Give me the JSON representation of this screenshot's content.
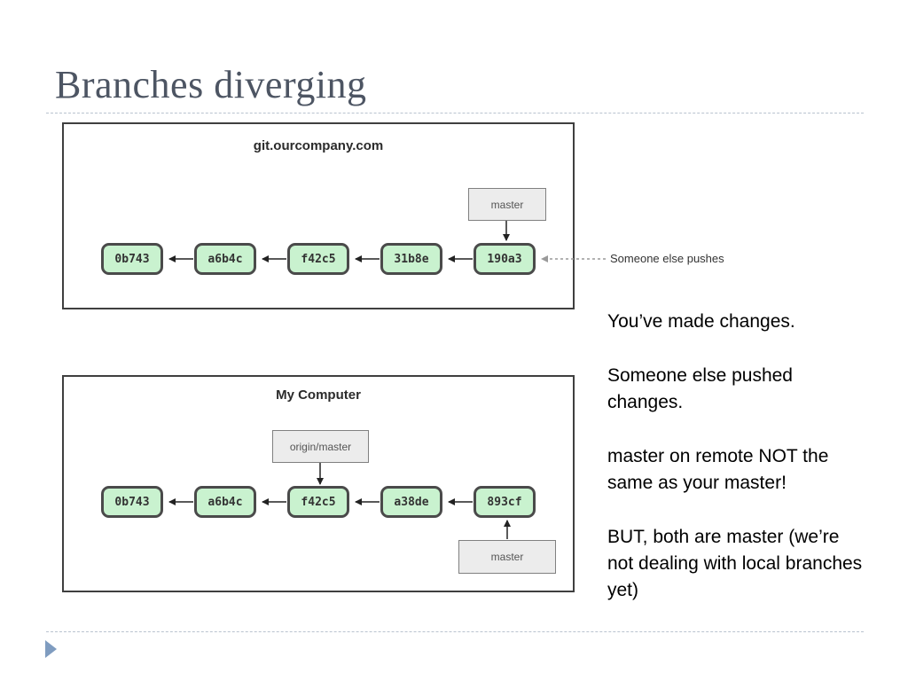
{
  "slide": {
    "title": "Branches diverging"
  },
  "remote": {
    "title": "git.ourcompany.com",
    "commits": [
      "0b743",
      "a6b4c",
      "f42c5",
      "31b8e",
      "190a3"
    ],
    "ref_label": "master",
    "side_label": "Someone else pushes"
  },
  "local": {
    "title": "My Computer",
    "commits": [
      "0b743",
      "a6b4c",
      "f42c5",
      "a38de",
      "893cf"
    ],
    "origin_ref_label": "origin/master",
    "ref_label": "master"
  },
  "notes": {
    "line1": "You’ve made changes.",
    "line2": "Someone else pushed changes.",
    "line3": "master on remote NOT the same as your master!",
    "line4": "BUT, both are master (we’re not dealing with local branches yet)"
  },
  "colors": {
    "commit_fill": "#c9f2cf",
    "commit_border": "#4a4a4a",
    "ref_fill": "#ececec",
    "title": "#4d5563",
    "rule": "#b9c3cf",
    "nav_arrow": "#7f9cc0"
  }
}
